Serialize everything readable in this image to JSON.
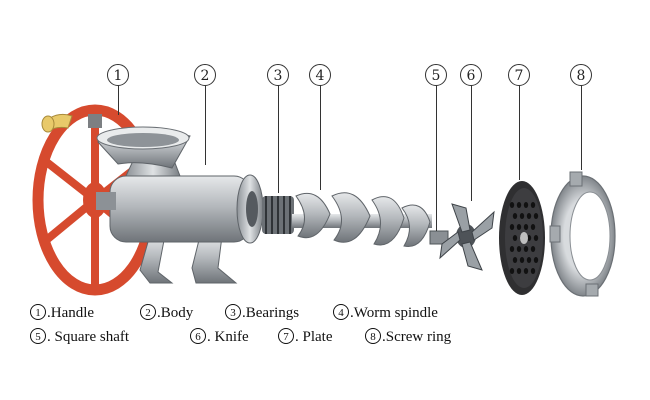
{
  "callouts": [
    "1",
    "2",
    "3",
    "4",
    "5",
    "6",
    "7",
    "8"
  ],
  "legend": {
    "row1": [
      {
        "num": "1",
        "text": ".Handle"
      },
      {
        "num": "2",
        "text": ".Body"
      },
      {
        "num": "3",
        "text": ".Bearings"
      },
      {
        "num": "4",
        "text": ".Worm spindle"
      }
    ],
    "row2": [
      {
        "num": "5",
        "text": ". Square shaft"
      },
      {
        "num": "6",
        "text": ". Knife"
      },
      {
        "num": "7",
        "text": ". Plate"
      },
      {
        "num": "8",
        "text": ".Screw ring"
      }
    ]
  },
  "colors": {
    "handle_red": "#d64a2e",
    "handle_grip": "#e8c96a",
    "metal": "#b8bcc0",
    "metal_dark": "#7c8186",
    "plate_dark": "#2f2f31"
  }
}
